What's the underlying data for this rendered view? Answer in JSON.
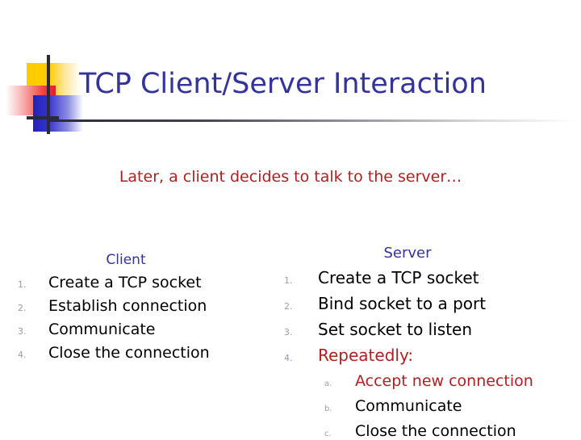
{
  "slide": {
    "title": "TCP Client/Server Interaction",
    "subtitle": "Later, a client decides to talk to the server…",
    "colors": {
      "title": "#333399",
      "accent_red": "#B02020",
      "body_text": "#000000",
      "marker": "#9a9ab4",
      "logo_yellow": "#FFCC00",
      "logo_red": "#E02020",
      "logo_blue": "#3333CC",
      "logo_line": "#2a2a3a",
      "background": "#ffffff"
    }
  },
  "client": {
    "heading": "Client",
    "items": [
      {
        "marker": "1.",
        "text": "Create a TCP socket",
        "emphasis": false
      },
      {
        "marker": "2.",
        "text": "Establish connection",
        "emphasis": false
      },
      {
        "marker": "3.",
        "text": "Communicate",
        "emphasis": false
      },
      {
        "marker": "4.",
        "text": "Close the connection",
        "emphasis": false
      }
    ]
  },
  "server": {
    "heading": "Server",
    "items": [
      {
        "marker": "1.",
        "text": "Create a TCP socket",
        "emphasis": false
      },
      {
        "marker": "2.",
        "text": "Bind socket to a port",
        "emphasis": false
      },
      {
        "marker": "3.",
        "text": "Set socket to listen",
        "emphasis": false
      },
      {
        "marker": "4.",
        "text": "Repeatedly:",
        "emphasis": true
      }
    ],
    "subitems": [
      {
        "marker": "a.",
        "text": "Accept new connection",
        "emphasis": true
      },
      {
        "marker": "b.",
        "text": "Communicate",
        "emphasis": false
      },
      {
        "marker": "c.",
        "text": "Close the connection",
        "emphasis": false
      }
    ]
  }
}
